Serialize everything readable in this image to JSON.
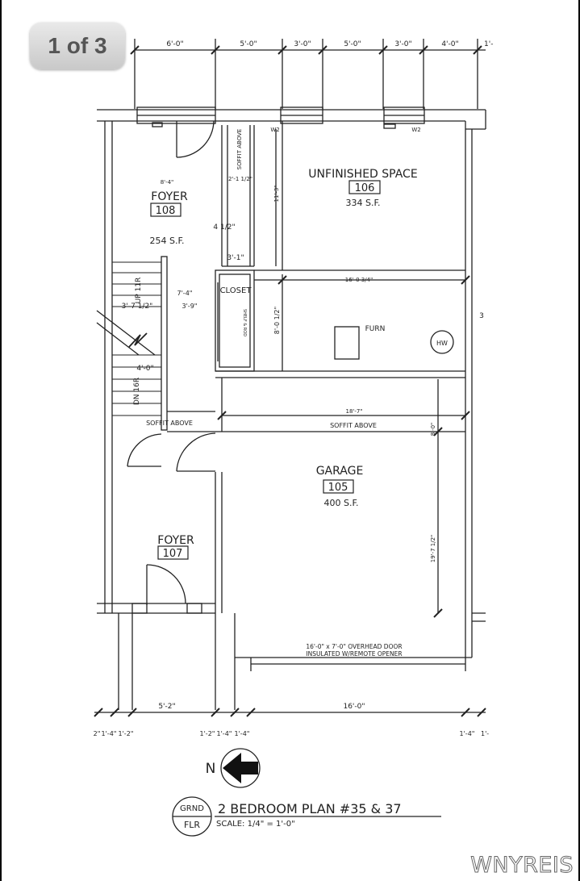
{
  "page": {
    "counter": "1 of 3",
    "watermark": "WNYREIS"
  },
  "rooms": {
    "unfinished": {
      "name": "UNFINISHED SPACE",
      "number": "106",
      "area": "334 S.F."
    },
    "foyer108": {
      "name": "FOYER",
      "number": "108",
      "area": "254 S.F."
    },
    "garage": {
      "name": "GARAGE",
      "number": "105",
      "area": "400 S.F."
    },
    "foyer107": {
      "name": "FOYER",
      "number": "107"
    },
    "closet": {
      "name": "CLOSET",
      "shelf": "SHELF & ROD"
    }
  },
  "labels": {
    "soffit_above": "SOFFIT ABOVE",
    "furn": "FURN",
    "hw": "HW",
    "w2": "W2",
    "up": "UP 11R",
    "dn": "DN 16R",
    "door_line1": "16'-0\" x 7'-0\" OVERHEAD DOOR",
    "door_line2": "INSULATED W/REMOTE OPENER",
    "north": "N"
  },
  "dims": {
    "top": [
      "6'-0\"",
      "5'-0\"",
      "3'-0\"",
      "5'-0\"",
      "3'-0\"",
      "4'-0\"",
      "1'-"
    ],
    "bottom_main": [
      "5'-2\"",
      "16'-0\""
    ],
    "bottom_small": [
      "2\"",
      "1'-4\"",
      "1'-2\"",
      "1'-2\"",
      "1'-4\"",
      "1'-4\"",
      "1'-4\"",
      "1'-"
    ],
    "d_8_4": "8'-4\"",
    "d_2_1_half": "2'-1 1/2\"",
    "d_4_half": "4 1/2\"",
    "d_3_1": "3'-1\"",
    "d_7_4": "7'-4\"",
    "d_3_7_half": "3'-7 1/2\"",
    "d_3_9": "3'-9\"",
    "d_4_0": "4'-0\"",
    "d_11_3": "11'-3\"",
    "d_16_0_34": "16'-0 3/4\"",
    "d_8_0_half": "8'-0 1/2\"",
    "d_18_7": "18'-7\"",
    "d_8_0": "8'-0\"",
    "d_19_7_half": "19'-7 1/2\"",
    "d_3": "3"
  },
  "title_block": {
    "tag_top": "GRND",
    "tag_bottom": "FLR",
    "title": "2 BEDROOM PLAN #35 & 37",
    "scale": "SCALE: 1/4\" = 1'-0\""
  }
}
